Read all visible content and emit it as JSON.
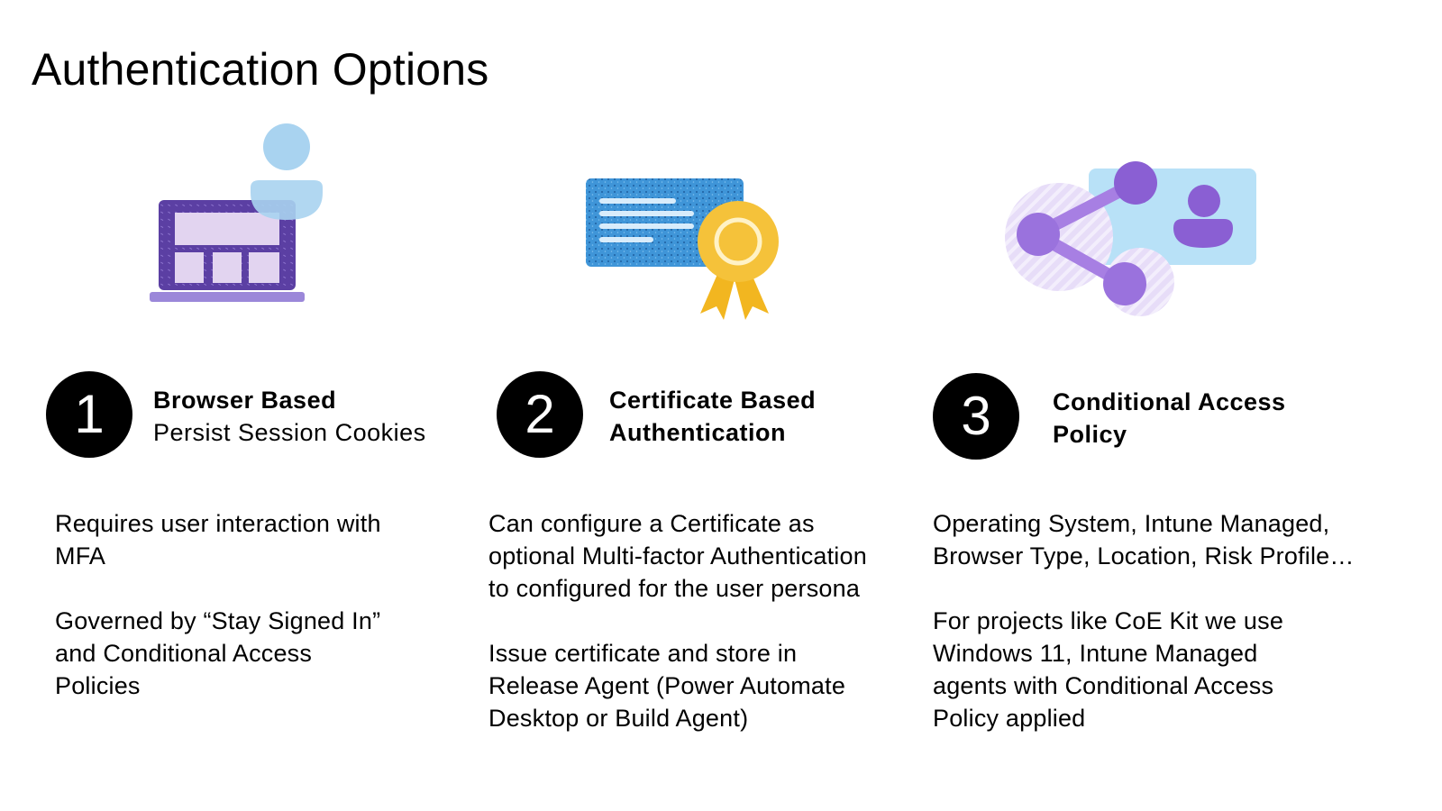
{
  "page": {
    "title": "Authentication Options"
  },
  "options": [
    {
      "number": "1",
      "heading": "Browser Based",
      "subheading": "Persist Session Cookies",
      "paragraphs": [
        "Requires user interaction with MFA",
        "Governed by “Stay Signed In” and Conditional Access Policies"
      ],
      "icon": "laptop-user-icon"
    },
    {
      "number": "2",
      "heading": "Certificate Based Authentication",
      "paragraphs": [
        "Can configure a Certificate as optional Multi-factor Authentication to configured for the user persona",
        "Issue certificate and store in Release Agent (Power Automate Desktop or Build Agent)"
      ],
      "icon": "certificate-icon"
    },
    {
      "number": "3",
      "heading": "Conditional Access Policy",
      "paragraphs": [
        "Operating System, Intune Managed, Browser Type, Location, Risk Profile…",
        "For projects like CoE Kit we use Windows 11, Intune Managed agents with Conditional Access Policy applied"
      ],
      "icon": "share-user-icon"
    }
  ],
  "colors": {
    "badge": "#000000",
    "purple_dark": "#5b3fa3",
    "purple_light": "#d9c8f0",
    "blue_light": "#a9d3f0",
    "cert_blue": "#3f95d8",
    "gold": "#f5c23a"
  }
}
